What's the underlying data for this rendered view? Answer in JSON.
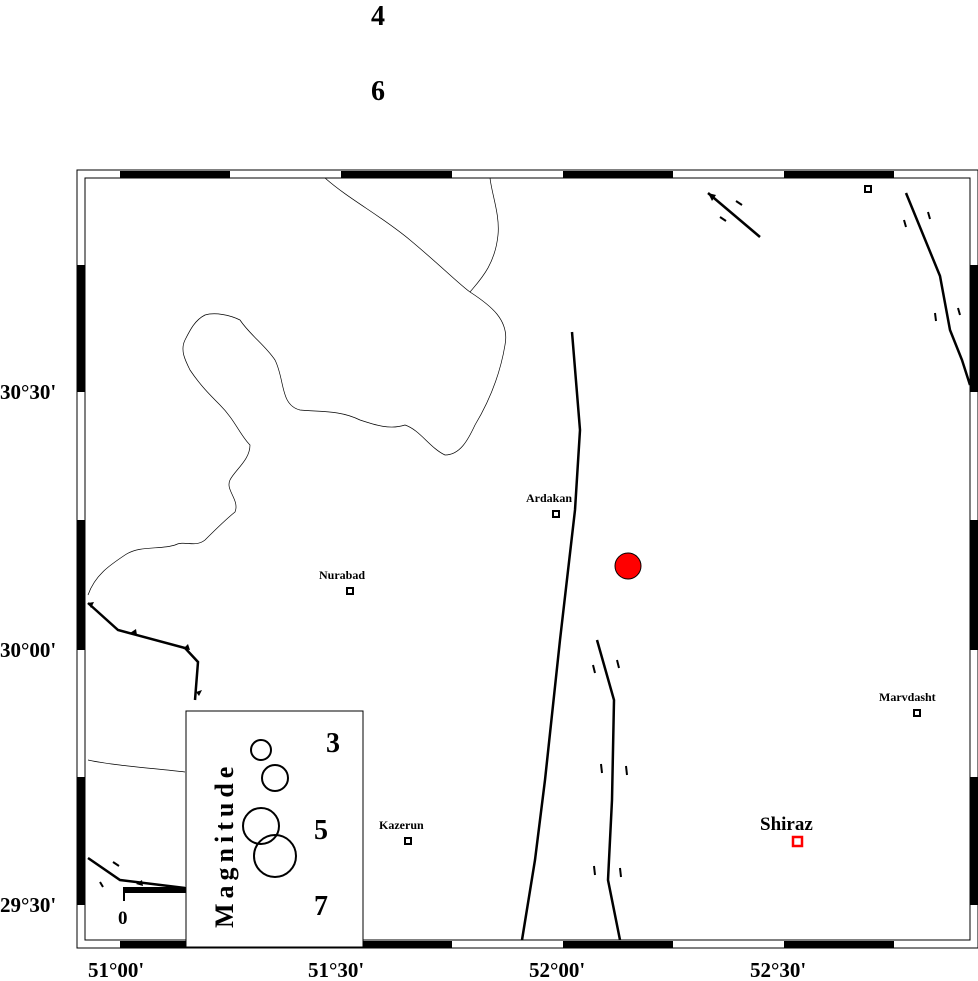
{
  "header": {
    "top_labels": [
      "4",
      "6"
    ]
  },
  "axes": {
    "longitude_ticks": [
      "51°00'",
      "51°30'",
      "52°00'",
      "52°30'"
    ],
    "latitude_ticks": [
      "30°30'",
      "30°00'",
      "29°30'"
    ]
  },
  "cities": [
    {
      "name": "Ardakan"
    },
    {
      "name": "Nurabad"
    },
    {
      "name": "Kazerun"
    },
    {
      "name": "Marvdasht"
    },
    {
      "name": "Shiraz"
    }
  ],
  "highlight_city_color": "#ff0000",
  "epicenter": {
    "color": "#ff0000"
  },
  "legend": {
    "title": "Magnitude",
    "labels": [
      "3",
      "5",
      "7"
    ]
  },
  "scale_bar": {
    "label": "0"
  }
}
